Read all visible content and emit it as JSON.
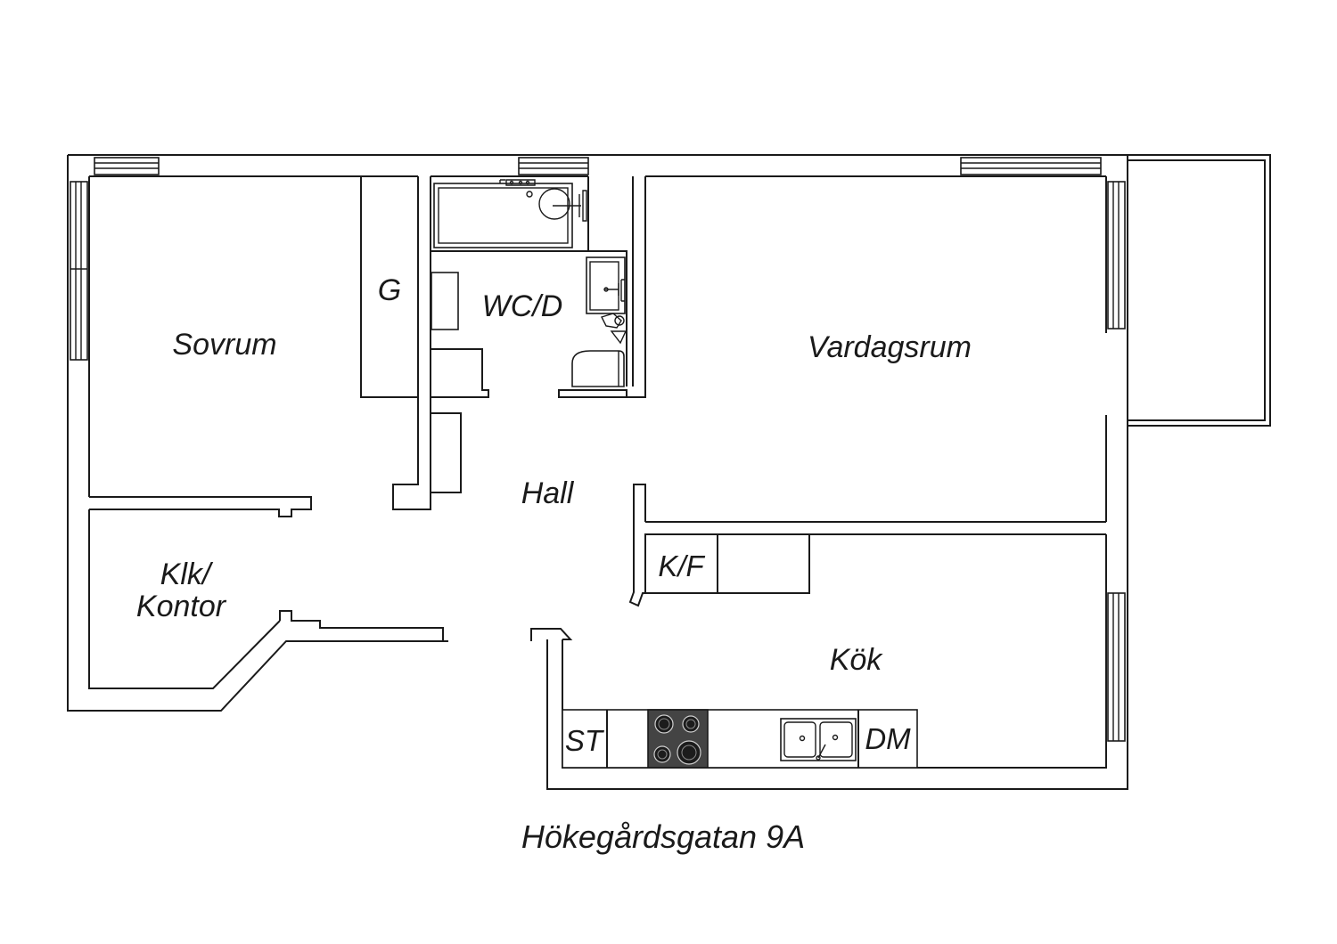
{
  "plan": {
    "rooms": {
      "sovrum": "Sovrum",
      "g": "G",
      "wcd": "WC/D",
      "vardagsrum": "Vardagsrum",
      "hall": "Hall",
      "klk_line1": "Klk/",
      "klk_line2": "Kontor",
      "kf": "K/F",
      "kok": "Kök",
      "st": "ST",
      "dm": "DM"
    },
    "address": "Hökegårdsgatan 9A",
    "colors": {
      "line": "#1a1a1a",
      "stove": "#444444",
      "background": "#ffffff"
    }
  }
}
